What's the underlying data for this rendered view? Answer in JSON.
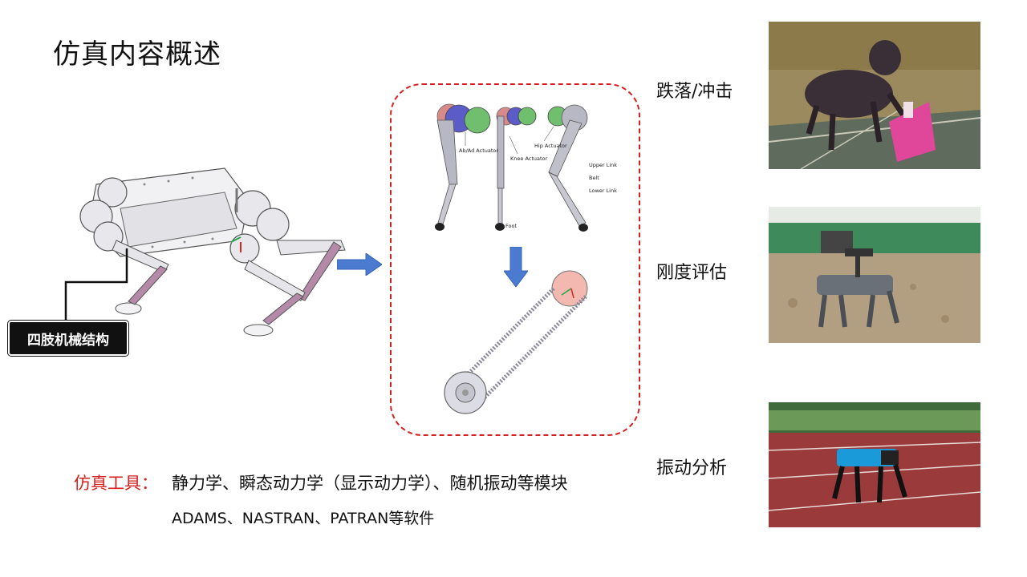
{
  "slide": {
    "title": "仿真内容概述",
    "robot_label": "四肢机械结构",
    "leg_labels": {
      "abad": "Ab/Ad Actuator",
      "knee": "Knee Actuator",
      "hip": "Hip Actuator",
      "upper_link": "Upper Link",
      "belt": "Belt",
      "lower_link": "Lower Link",
      "foot": "Foot"
    },
    "captions": {
      "fall": "跌落/冲击",
      "stiffness": "刚度评估",
      "vibration": "振动分析"
    },
    "tools": {
      "label": "仿真工具：",
      "modules": "静力学、瞬态动力学（显示动力学）、随机振动等模块",
      "software": "ADAMS、NASTRAN、PATRAN等软件"
    }
  },
  "colors": {
    "accent_red": "#d61f1f",
    "arrow_blue": "#4a7bd0",
    "label_bg": "#111111"
  }
}
